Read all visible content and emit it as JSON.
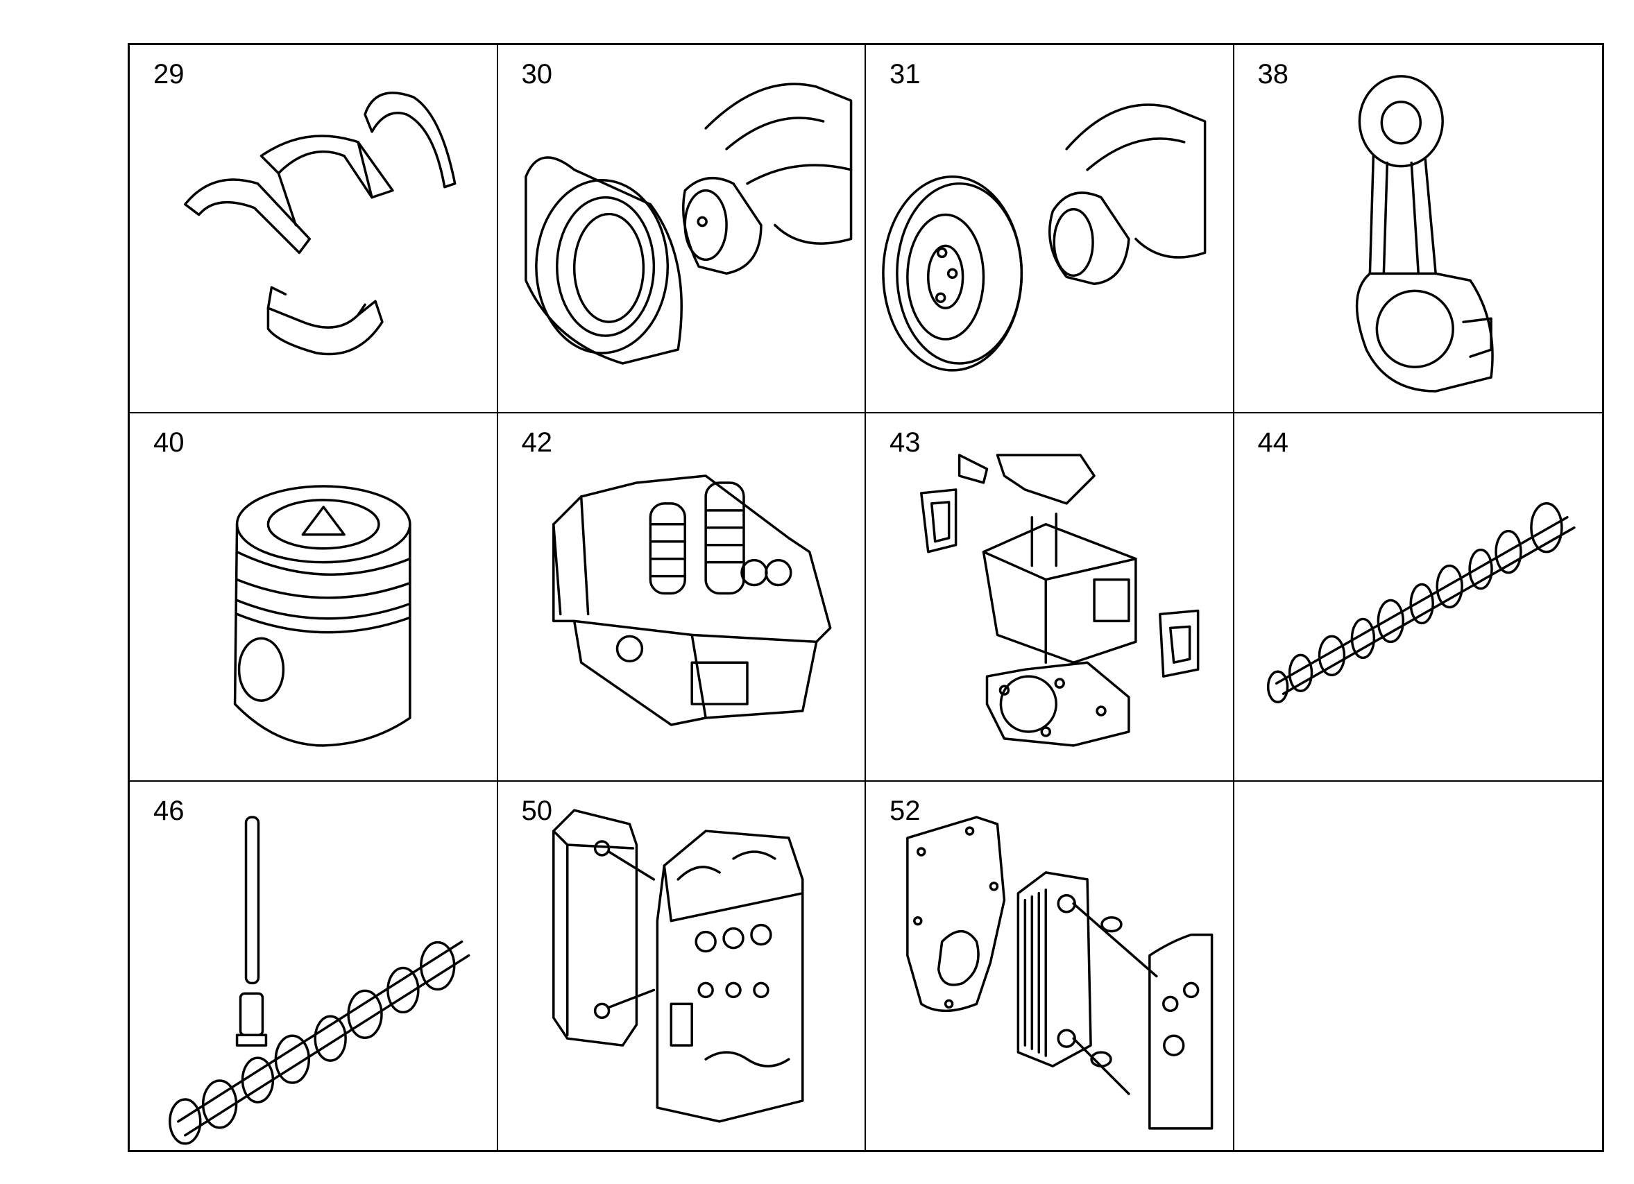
{
  "cells": [
    {
      "number": "29",
      "icon": "bearing-shells-icon"
    },
    {
      "number": "30",
      "icon": "crankshaft-rear-seal-icon"
    },
    {
      "number": "31",
      "icon": "vibration-damper-icon"
    },
    {
      "number": "38",
      "icon": "connecting-rod-icon"
    },
    {
      "number": "40",
      "icon": "piston-icon"
    },
    {
      "number": "42",
      "icon": "cylinder-head-valves-icon"
    },
    {
      "number": "43",
      "icon": "cylinder-head-gaskets-icon"
    },
    {
      "number": "44",
      "icon": "camshaft-icon"
    },
    {
      "number": "46",
      "icon": "camshaft-pushrod-tappet-icon"
    },
    {
      "number": "50",
      "icon": "oil-cooler-cover-icon"
    },
    {
      "number": "52",
      "icon": "oil-cooler-gasket-icon"
    },
    {
      "number": "",
      "icon": ""
    }
  ]
}
